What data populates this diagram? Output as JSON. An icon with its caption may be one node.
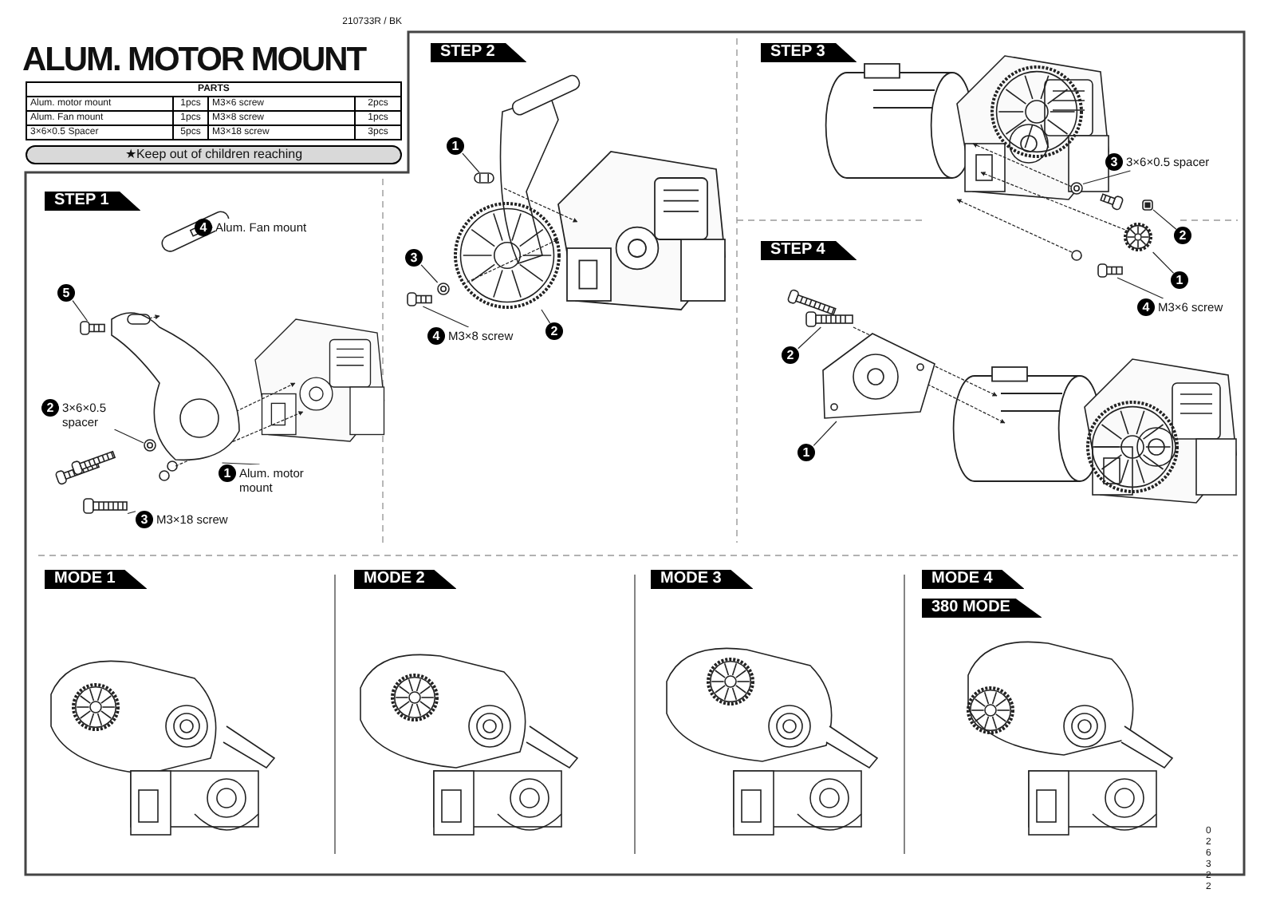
{
  "diagram": {
    "title": "ALUM. MOTOR MOUNT",
    "nodes": [
      {
        "text": [
          "4",
          "Alum. Fan mount"
        ]
      },
      {
        "text": [
          "5"
        ]
      },
      {
        "text": [
          "2",
          "3×6×0.5 spacer"
        ]
      },
      {
        "text": [
          "1",
          "Alum. motor mount"
        ]
      },
      {
        "text": [
          "3",
          "M3×18 screw"
        ]
      },
      {
        "text": [
          "1"
        ]
      },
      {
        "text": [
          "3"
        ]
      },
      {
        "text": [
          "4",
          "M3×8 screw"
        ]
      },
      {
        "text": [
          "2"
        ]
      },
      {
        "text": [
          "3",
          "3×6×0.5 spacer"
        ]
      },
      {
        "text": [
          "2"
        ]
      },
      {
        "text": [
          "1"
        ]
      },
      {
        "text": [
          "4",
          "M3×6 screw"
        ]
      },
      {
        "text": [
          "2"
        ]
      },
      {
        "text": [
          "1"
        ]
      },
      {
        "text": [],
        "shape": "picture"
      },
      {
        "text": [],
        "shape": "picture"
      },
      {
        "text": [],
        "shape": "picture"
      },
      {
        "text": [],
        "shape": "picture"
      },
      {
        "text": [],
        "shape": "picture"
      },
      {
        "text": [],
        "shape": "picture"
      },
      {
        "text": [],
        "shape": "picture"
      },
      {
        "text": [],
        "shape": "picture"
      },
      {
        "text": [],
        "shape": "picture"
      },
      {
        "text": [],
        "shape": "picture"
      },
      {
        "text": [],
        "shape": "picture"
      },
      {
        "text": [],
        "shape": "picture"
      },
      {
        "text": [],
        "shape": "picture"
      },
      {
        "text": [],
        "shape": "picture"
      }
    ],
    "edges": [
      {
        "from": 1,
        "to": 15,
        "arrow": "none"
      },
      {
        "from": 2,
        "to": 16,
        "arrow": "none"
      },
      {
        "from": 3,
        "to": 17,
        "arrow": "none"
      },
      {
        "from": 4,
        "to": 18,
        "arrow": "none"
      },
      {
        "from": 5,
        "to": 19,
        "arrow": "none"
      },
      {
        "from": 6,
        "to": 20,
        "arrow": "none"
      },
      {
        "from": 7,
        "to": 21,
        "arrow": "none"
      },
      {
        "from": 8,
        "to": 22,
        "arrow": "none"
      },
      {
        "from": 9,
        "to": 23,
        "arrow": "none"
      },
      {
        "from": 10,
        "to": 24,
        "arrow": "none"
      },
      {
        "from": 11,
        "to": 25,
        "arrow": "none"
      },
      {
        "from": 12,
        "to": 26,
        "arrow": "none"
      },
      {
        "from": 13,
        "to": 27,
        "arrow": "none"
      },
      {
        "from": 14,
        "to": 28,
        "arrow": "none"
      }
    ],
    "labels": [
      "210733R / BK",
      "PARTS",
      "Alum. motor mount",
      "1pcs",
      "M3×6 screw",
      "2pcs",
      "Alum. Fan mount",
      "1pcs",
      "M3×8 screw",
      "1pcs",
      "3×6×0.5 Spacer",
      "5pcs",
      "M3×18 screw",
      "3pcs",
      "★Keep out of children reaching",
      "STEP 1",
      "STEP 2",
      "STEP 3",
      "STEP 4",
      "MODE 1",
      "MODE 2",
      "MODE 3",
      "MODE 4",
      "380 MODE",
      "026322"
    ]
  }
}
